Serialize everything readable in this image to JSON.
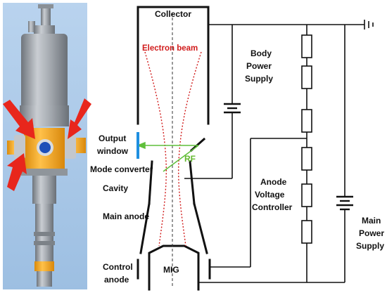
{
  "labels": {
    "collector": "Collector",
    "electron_beam": "Electron beam",
    "body_power_supply": [
      "Body",
      "Power",
      "Supply"
    ],
    "output_window": [
      "Output",
      "window"
    ],
    "rf": "RF",
    "mode_converter": "Mode converter",
    "cavity": "Cavity",
    "main_anode": "Main anode",
    "anode_voltage_controller": [
      "Anode",
      "Voltage",
      "Controller"
    ],
    "main_power_supply": [
      "Main",
      "Power",
      "Supply"
    ],
    "control_anode": [
      "Control",
      "anode"
    ],
    "mig": "MIG"
  },
  "colors": {
    "photo_background": "#a9c7e6",
    "tube_body": "#9aa0a7",
    "flange": "#f2a418",
    "arrow": "#e8261c",
    "window_center": "#1d4fb8",
    "beam": "#d11b1b",
    "rf_path": "#5fbf3a",
    "rf_text": "#63b92e",
    "output_window": "#1f8fe0",
    "wire": "#111111"
  }
}
